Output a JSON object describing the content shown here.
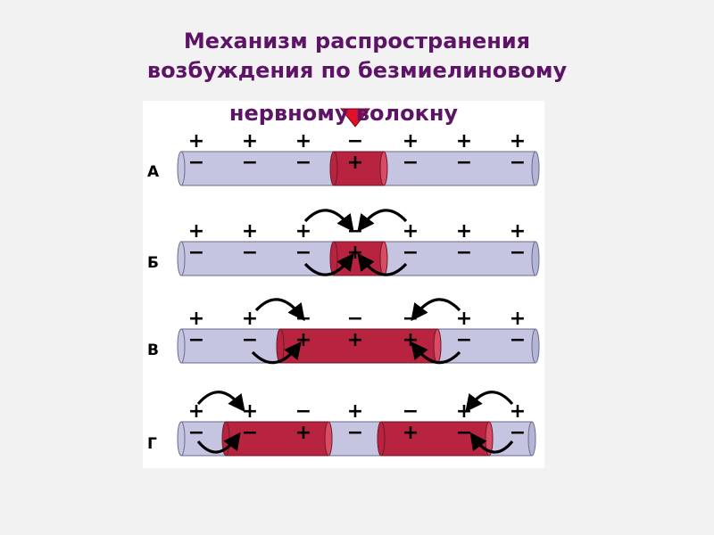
{
  "title": {
    "line1": "Механизм распространения",
    "line2": "возбуждения по безмиелиновому",
    "line3": "нервному волокну"
  },
  "diagram": {
    "colors": {
      "fiber_resting": "#c5c5e2",
      "fiber_excited": "#b8233f",
      "outline": "#6b6b8a",
      "stimulus": "#e0102a",
      "arrow": "#000000"
    },
    "rows": [
      {
        "label": "А",
        "top_signs": [
          "+",
          "+",
          "+",
          "−",
          "+",
          "+",
          "+"
        ],
        "bottom_signs": [
          "−",
          "−",
          "−",
          "+",
          "−",
          "−",
          "−"
        ]
      },
      {
        "label": "Б",
        "top_signs": [
          "+",
          "+",
          "+",
          "−",
          "+",
          "+",
          "+"
        ],
        "bottom_signs": [
          "−",
          "−",
          "−",
          "+",
          "−",
          "−",
          "−"
        ]
      },
      {
        "label": "В",
        "top_signs": [
          "+",
          "+",
          "−",
          "−",
          "−",
          "+",
          "+"
        ],
        "bottom_signs": [
          "−",
          "−",
          "+",
          "+",
          "+",
          "−",
          "−"
        ]
      },
      {
        "label": "Г",
        "top_signs": [
          "+",
          "+",
          "−",
          "+",
          "−",
          "+",
          "+"
        ],
        "bottom_signs": [
          "−",
          "−",
          "+",
          "−",
          "+",
          "−",
          "−"
        ]
      }
    ]
  }
}
